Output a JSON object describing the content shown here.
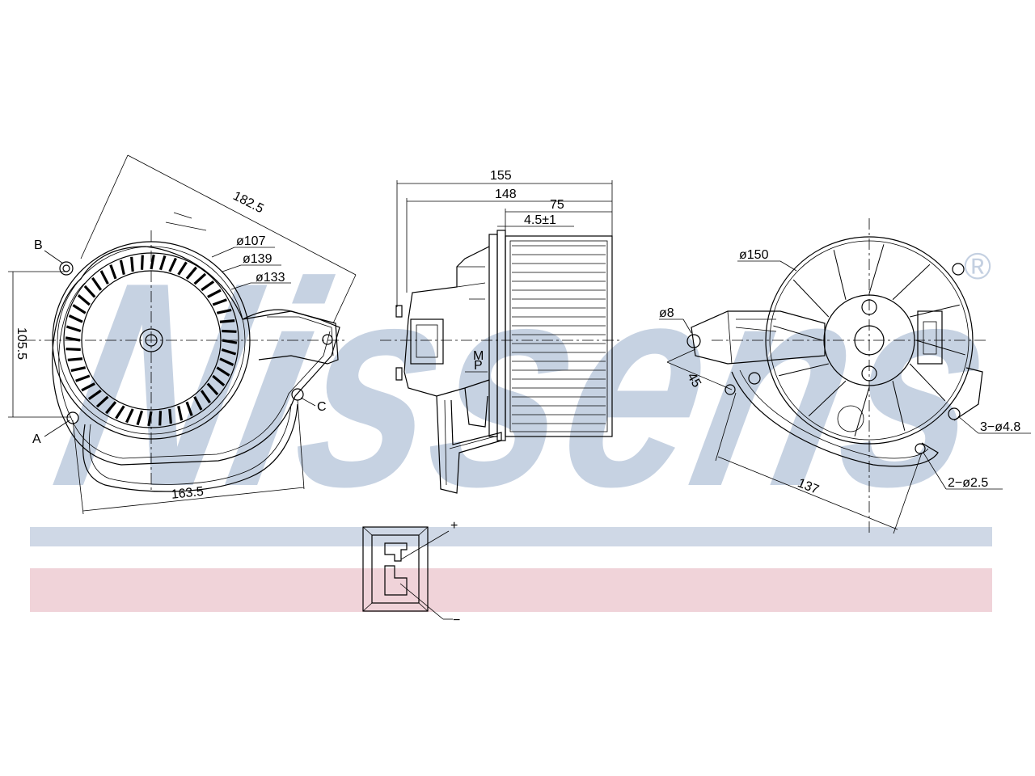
{
  "watermark": {
    "text": "Nissens",
    "registered_mark": "®",
    "color": "#bcc9dc",
    "band_blue": "#cfd8e6",
    "band_pink": "#f0d3d9"
  },
  "left_view": {
    "labels": {
      "B": "B",
      "A": "A",
      "C": "C",
      "d107": "ø107",
      "d139": "ø139",
      "d133": "ø133",
      "len182": "182.5",
      "len105": "105.5",
      "len163": "163.5"
    }
  },
  "side_view": {
    "labels": {
      "w155": "155",
      "w148": "148",
      "w75": "75",
      "w45": "4.5±1",
      "m": "M",
      "p": "P"
    }
  },
  "right_view": {
    "labels": {
      "d150": "ø150",
      "d8": "ø8",
      "ang": "45",
      "hole48": "3−ø4.8",
      "hole25": "2−ø2.5",
      "len137": "137"
    }
  },
  "connector": {
    "plus": "+",
    "minus": "−"
  }
}
